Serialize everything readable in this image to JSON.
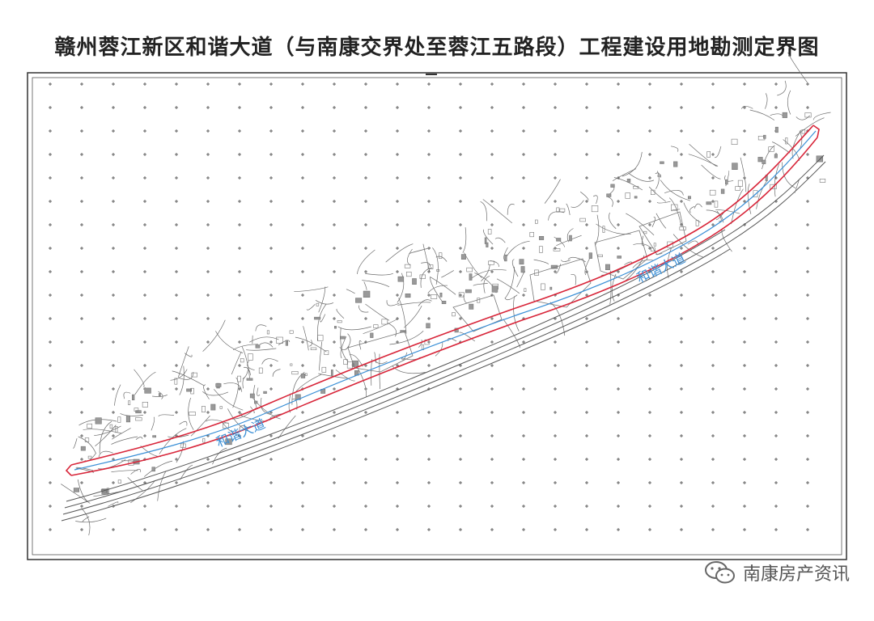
{
  "title": "赣州蓉江新区和谐大道（与南康交界处至蓉江五路段）工程建设用地勘测定界图",
  "road_labels": [
    "和谐大道",
    "和谐大道"
  ],
  "watermark": "南康房产资讯",
  "colors": {
    "boundary": "#d8263a",
    "centerline": "#3a8fd6",
    "linework": "#6b6b6b",
    "grid": "#444444"
  }
}
